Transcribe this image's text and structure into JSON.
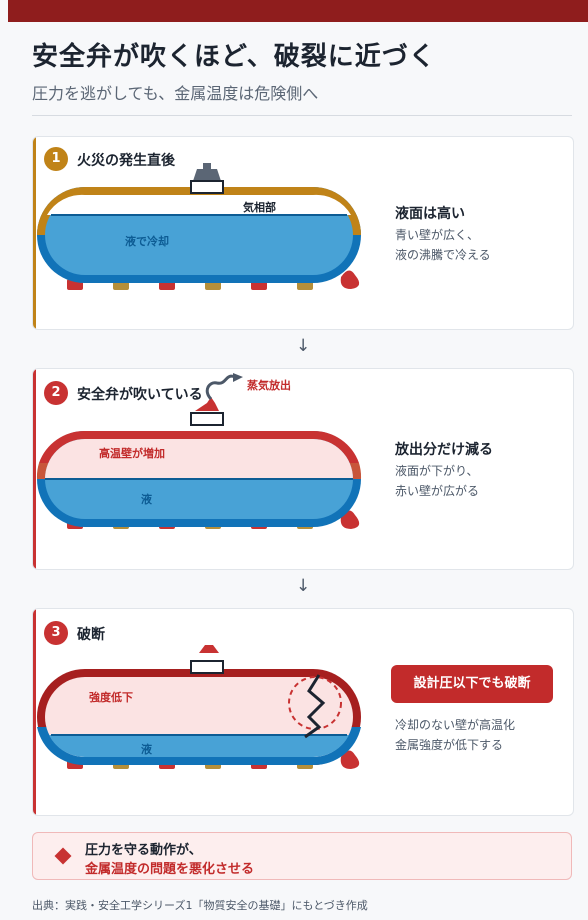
{
  "header": {
    "title": "安全弁が吹くほど、破裂に近づく",
    "subtitle": "圧力を逃がしても、金属温度は危険側へ"
  },
  "stages": [
    {
      "number": "1",
      "title": "火災の発生直後",
      "tank_labels": {
        "vapor": "気相部",
        "liquid": "液で冷却"
      },
      "info_title": "液面は高い",
      "info_body": "青い壁が広く、液の沸騰で冷える"
    },
    {
      "number": "2",
      "title": "安全弁が吹いている",
      "tank_labels": {
        "steam": "蒸気放出",
        "hot_wall": "高温壁が増加",
        "liquid": "液"
      },
      "info_title": "放出分だけ減る",
      "info_body": "液面が下がり、赤い壁が広がる"
    },
    {
      "number": "3",
      "title": "破断",
      "tank_labels": {
        "strength": "強度低下",
        "liquid": "液"
      },
      "alert": "設計圧以下でも破断",
      "info_body": "冷却のない壁が高温化金属強度が低下する"
    }
  ],
  "flow_arrow": "↓",
  "callout": {
    "line1": "圧力を守る動作が、",
    "line2": "金属温度の問題を悪化させる"
  },
  "source": "出典：実践・安全工学シリーズ1「物質安全の基礎」にもとづき作成",
  "colors": {
    "top_bar": "#8f1d1d",
    "stage1_accent": "#c08318",
    "danger_red": "#c83232",
    "liquid_blue": "#1f7fc4",
    "hot_pink": "#fbe3e3"
  },
  "icons": {
    "arrow": "down-arrow-icon",
    "alert": "diamond-icon"
  }
}
